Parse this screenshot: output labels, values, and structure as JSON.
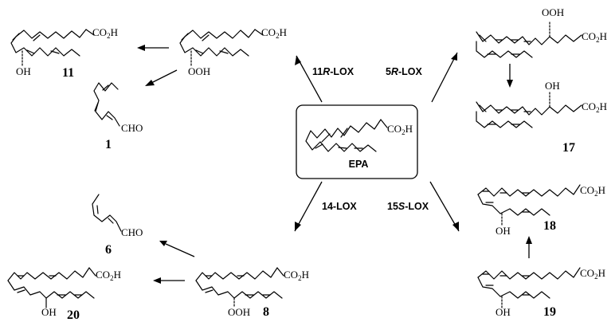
{
  "enzymes": {
    "r11": {
      "label": "11R-LOX",
      "italic": "R",
      "pre": "11",
      "post": "-LOX"
    },
    "r5": {
      "label": "5R-LOX",
      "italic": "R",
      "pre": "5",
      "post": "-LOX"
    },
    "lox14": {
      "label": "14-LOX"
    },
    "s15": {
      "label": "15S-LOX",
      "italic": "S",
      "pre": "15",
      "post": "-LOX"
    }
  },
  "center": {
    "name": "EPA",
    "acid": "CO2H"
  },
  "compounds": {
    "c11": {
      "number": "11",
      "group": "OH",
      "acid": "CO2H"
    },
    "c11_hpo": {
      "group": "OOH",
      "acid": "CO2H"
    },
    "c1": {
      "number": "1",
      "group": "CHO"
    },
    "c17_hpo": {
      "group": "OOH",
      "acid": "CO2H"
    },
    "c17": {
      "number": "17",
      "group": "OH",
      "acid": "CO2H"
    },
    "c18": {
      "number": "18",
      "group": "OH",
      "acid": "CO2H"
    },
    "c19": {
      "number": "19",
      "group": "OH",
      "acid": "CO2H"
    },
    "c6": {
      "number": "6",
      "group": "CHO"
    },
    "c8": {
      "number": "8",
      "group": "OOH",
      "acid": "CO2H"
    },
    "c20": {
      "number": "20",
      "group": "OH",
      "acid": "CO2H"
    }
  }
}
